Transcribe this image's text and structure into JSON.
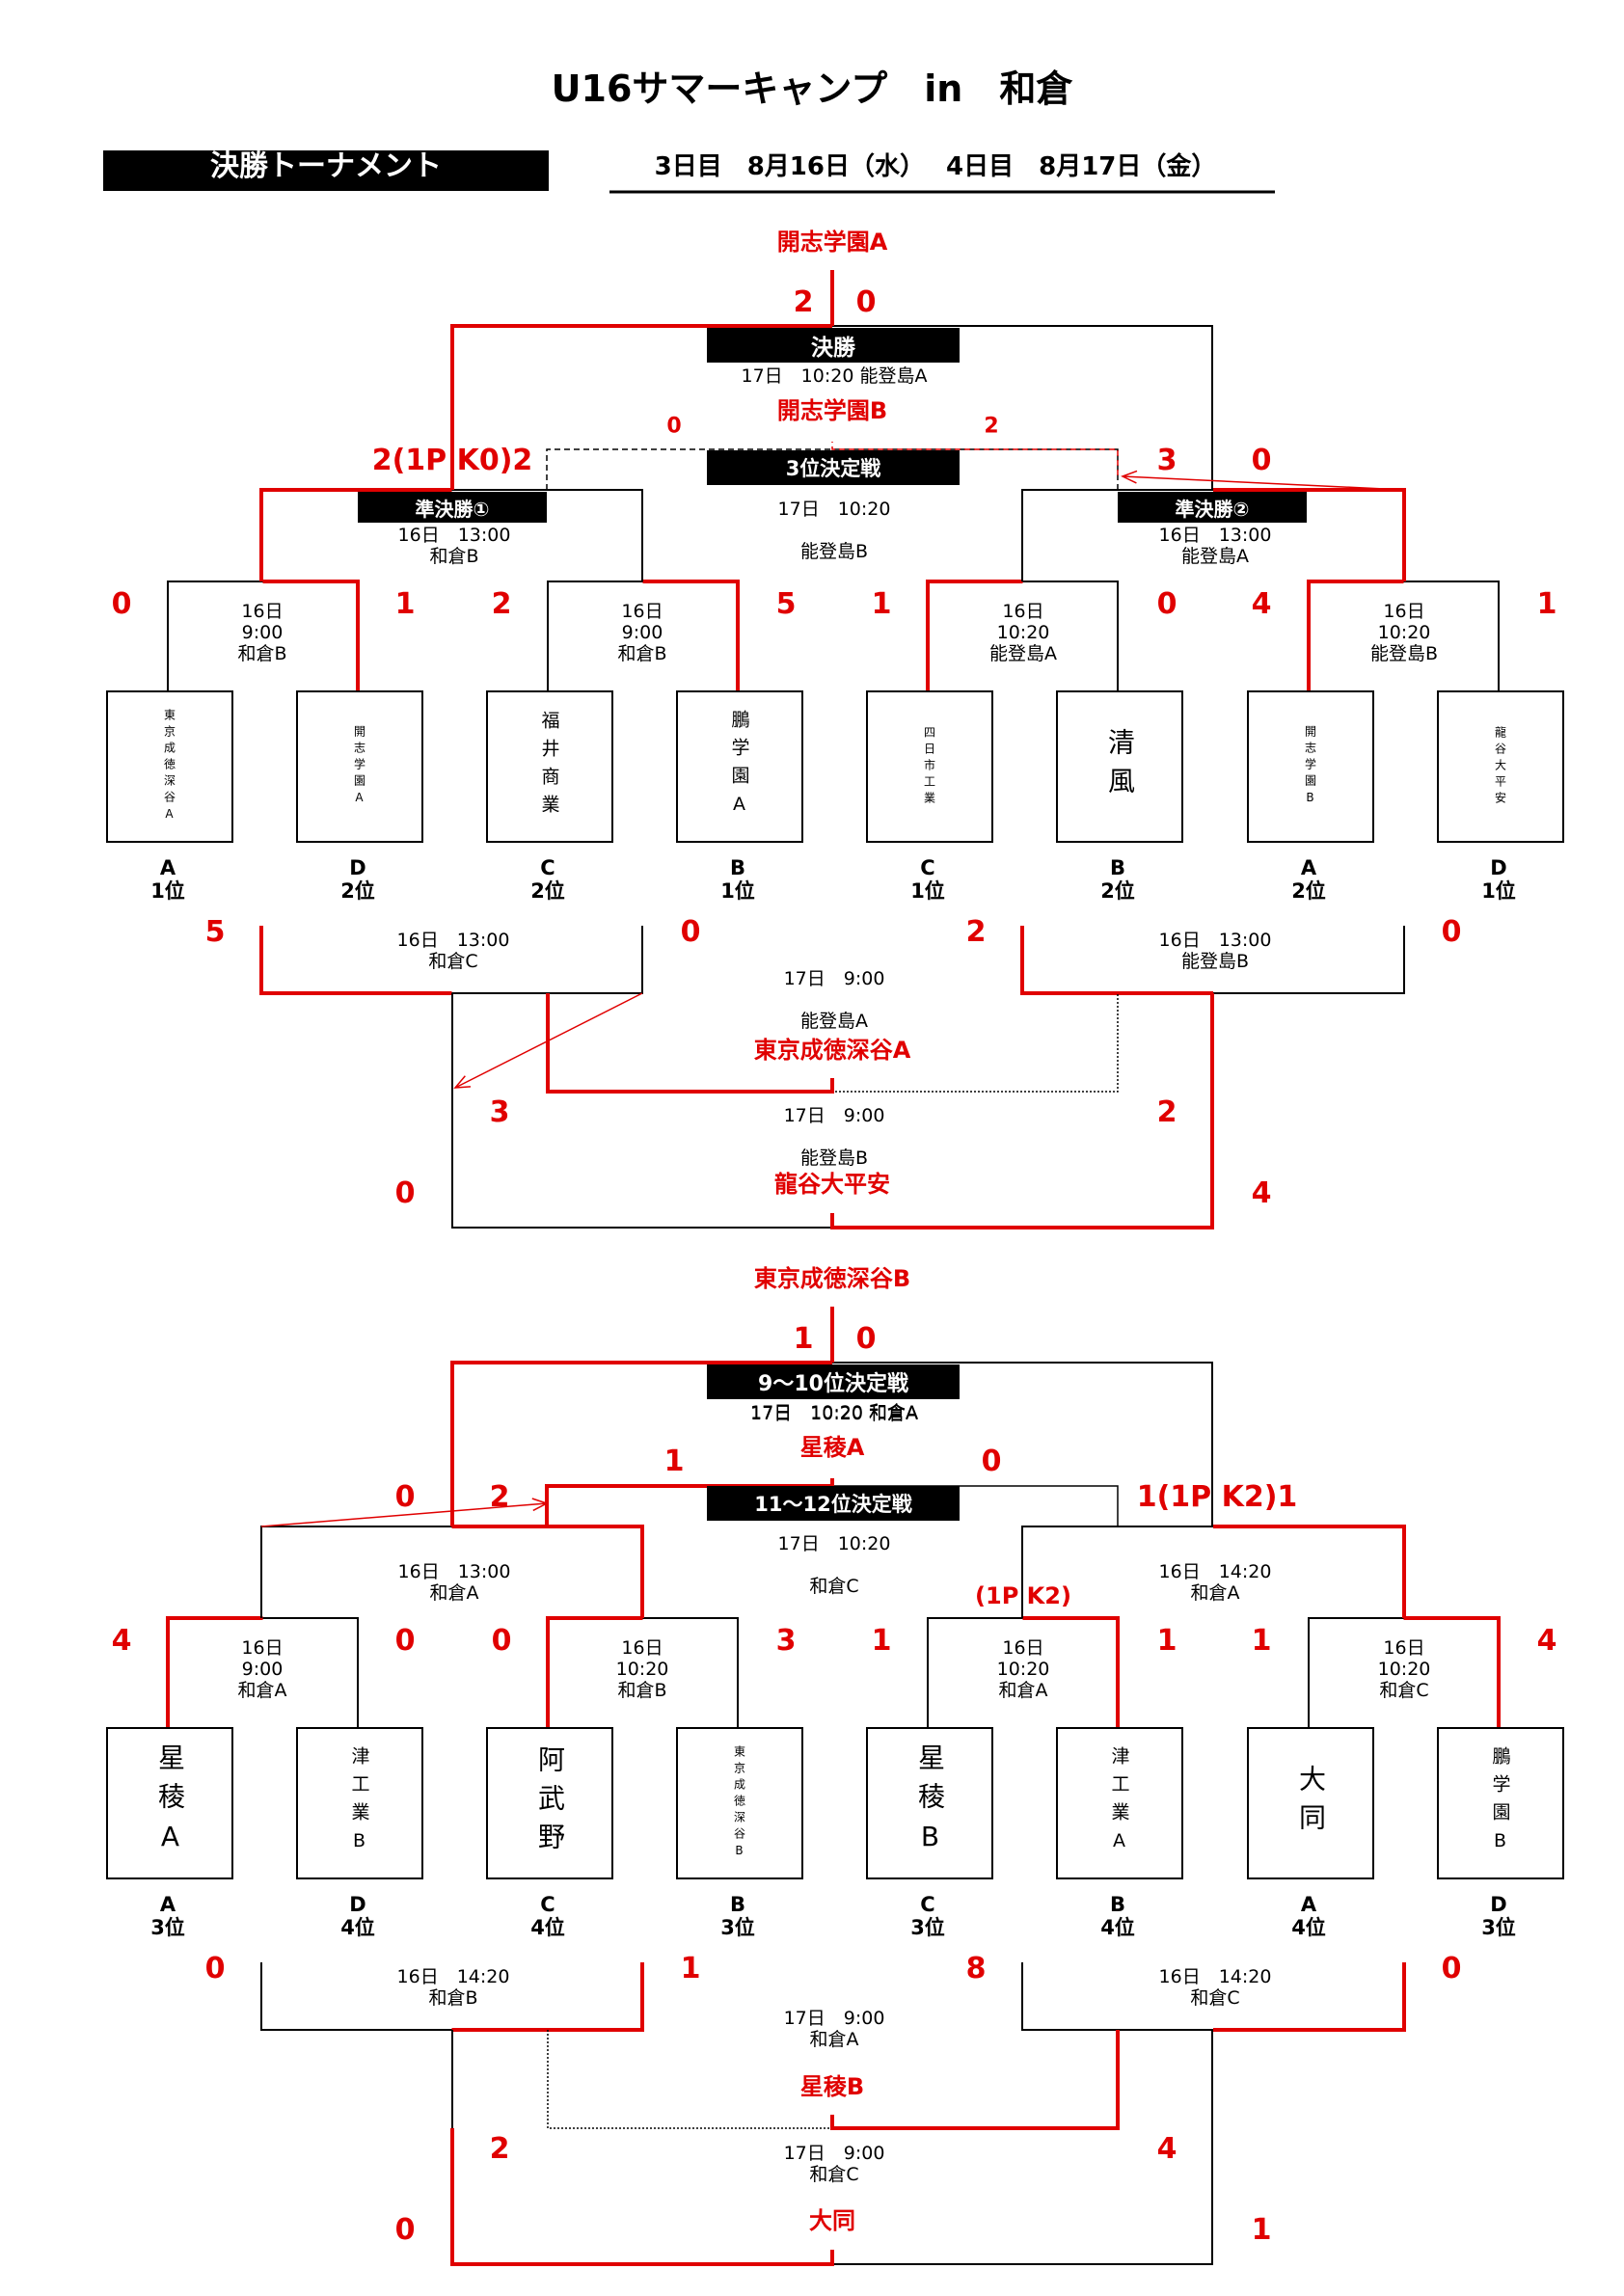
{
  "header": {
    "title": "U16サマーキャンプ　in　和倉",
    "section_label": "決勝トーナメント",
    "dates": "3日目　8月16日（水）　 4日目　8月17日（金）"
  },
  "upper": {
    "final": {
      "winner": "開志学園A",
      "label": "決勝",
      "info": "17日　10:20 能登島A",
      "score_left": "2",
      "score_right": "0"
    },
    "third_place": {
      "winner": "開志学園B",
      "label": "3位決定戦",
      "info": "17日　10:20\n\n能登島B",
      "score_left": "0",
      "score_right": "2"
    },
    "semi1": {
      "label": "準決勝①",
      "info": "16日　13:00\n和倉B",
      "score_left": "2(1P K0)2"
    },
    "semi2": {
      "label": "準決勝②",
      "info": "16日　13:00\n能登島A",
      "score_left": "3",
      "score_right": "0"
    },
    "r1": [
      {
        "info": "16日\n9:00\n和倉B",
        "score_left": "0",
        "score_right": "1"
      },
      {
        "info": "16日\n9:00\n和倉B",
        "score_left": "2",
        "score_right": "5"
      },
      {
        "info": "16日\n10:20\n能登島A",
        "score_left": "1",
        "score_right": "0"
      },
      {
        "info": "16日\n10:20\n能登島B",
        "score_left": "4",
        "score_right": "1"
      }
    ],
    "teams": [
      {
        "name": "東京成徳深谷A",
        "rank": "A\n1位"
      },
      {
        "name": "開志学園A",
        "rank": "D\n2位"
      },
      {
        "name": "福井商業",
        "rank": "C\n2位"
      },
      {
        "name": "鵬学園A",
        "rank": "B\n1位"
      },
      {
        "name": "四日市工業",
        "rank": "C\n1位"
      },
      {
        "name": "清風",
        "rank": "B\n2位"
      },
      {
        "name": "開志学園B",
        "rank": "A\n2位"
      },
      {
        "name": "龍谷大平安",
        "rank": "D\n1位"
      }
    ],
    "cons_left": {
      "info": "16日　13:00\n和倉C",
      "score_left": "5",
      "score_right": "0"
    },
    "cons_right": {
      "info": "16日　13:00\n能登島B",
      "score_left": "2",
      "score_right": "0"
    },
    "cons_final_a": {
      "info": "17日　9:00\n\n能登島A",
      "winner": "東京成徳深谷A"
    },
    "cons_final_b": {
      "info": "17日　9:00\n\n能登島B",
      "winner": "龍谷大平安",
      "score_left_top": "3",
      "score_right_top": "2",
      "score_left_bottom": "0",
      "score_right_bottom": "4"
    }
  },
  "lower": {
    "final": {
      "winner": "東京成徳深谷B",
      "label": "9～10位決定戦",
      "info": "17日　10:20 和倉A",
      "score_left": "1",
      "score_right": "0"
    },
    "eleventh": {
      "winner": "星稜A",
      "label": "11～12位決定戦",
      "info": "17日　10:20\n\n和倉C",
      "score_left": "1",
      "score_right": "0"
    },
    "semi1": {
      "info": "16日　13:00\n和倉A",
      "score_left": "0",
      "score_right": "2"
    },
    "semi2": {
      "info": "16日　14:20\n和倉A",
      "score_left": "1(1P K2)1",
      "pk_note": "(1P K2)"
    },
    "r1": [
      {
        "info": "16日\n9:00\n和倉A",
        "score_left": "4",
        "score_right": "0"
      },
      {
        "info": "16日\n10:20\n和倉B",
        "score_left": "0",
        "score_right": "3"
      },
      {
        "info": "16日\n10:20\n和倉A",
        "score_left": "1",
        "score_right": "1"
      },
      {
        "info": "16日\n10:20\n和倉C",
        "score_left": "1",
        "score_right": "4"
      }
    ],
    "teams": [
      {
        "name": "星稜A",
        "rank": "A\n3位"
      },
      {
        "name": "津工業B",
        "rank": "D\n4位"
      },
      {
        "name": "阿武野",
        "rank": "C\n4位"
      },
      {
        "name": "東京成徳深谷B",
        "rank": "B\n3位"
      },
      {
        "name": "星稜B",
        "rank": "C\n3位"
      },
      {
        "name": "津工業A",
        "rank": "B\n4位"
      },
      {
        "name": "大同",
        "rank": "A\n4位"
      },
      {
        "name": "鵬学園B",
        "rank": "D\n3位"
      }
    ],
    "cons_left": {
      "info": "16日　14:20\n和倉B",
      "score_left": "0",
      "score_right": "1"
    },
    "cons_right": {
      "info": "16日　14:20\n和倉C",
      "score_left": "8",
      "score_right": "0"
    },
    "cons_final_a": {
      "info": "17日　9:00\n和倉A",
      "winner": "星稜B"
    },
    "cons_final_b": {
      "info": "17日　9:00\n和倉C",
      "winner": "大同",
      "score_left_top": "2",
      "score_right_top": "4",
      "score_left_bottom": "0",
      "score_right_bottom": "1"
    }
  },
  "colors": {
    "win_line": "#e00000",
    "loss_line": "#000000",
    "label_bg": "#000000"
  }
}
